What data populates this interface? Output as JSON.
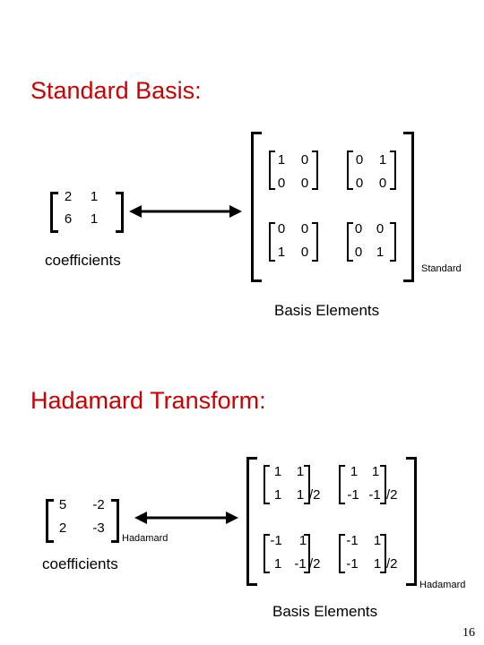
{
  "standard": {
    "heading": "Standard Basis:",
    "coefficients": {
      "rows": [
        [
          "2",
          "1"
        ],
        [
          "6",
          "1"
        ]
      ],
      "label": "coefficients"
    },
    "basis": [
      {
        "rows": [
          [
            "1",
            "0"
          ],
          [
            "0",
            "0"
          ]
        ]
      },
      {
        "rows": [
          [
            "0",
            "1"
          ],
          [
            "0",
            "0"
          ]
        ]
      },
      {
        "rows": [
          [
            "0",
            "0"
          ],
          [
            "1",
            "0"
          ]
        ]
      },
      {
        "rows": [
          [
            "0",
            "0"
          ],
          [
            "0",
            "1"
          ]
        ]
      }
    ],
    "side_label": "Standard",
    "caption": "Basis Elements"
  },
  "hadamard": {
    "heading": "Hadamard Transform:",
    "coefficients": {
      "rows": [
        [
          "5",
          "-2"
        ],
        [
          "2",
          "-3"
        ]
      ],
      "label": "coefficients"
    },
    "coef_side_label": "Hadamard",
    "basis": [
      {
        "rows": [
          [
            "1",
            "1"
          ],
          [
            "1",
            "1"
          ]
        ],
        "suffix": "/2"
      },
      {
        "rows": [
          [
            "1",
            "1"
          ],
          [
            "-1",
            "-1"
          ]
        ],
        "suffix": "/2"
      },
      {
        "rows": [
          [
            "-1",
            "1"
          ],
          [
            "1",
            "-1"
          ]
        ],
        "suffix": "/2"
      },
      {
        "rows": [
          [
            "-1",
            "1"
          ],
          [
            "-1",
            "1"
          ]
        ],
        "suffix": "/2"
      }
    ],
    "side_label": "Hadamard",
    "caption": "Basis Elements"
  },
  "page_number": "16"
}
